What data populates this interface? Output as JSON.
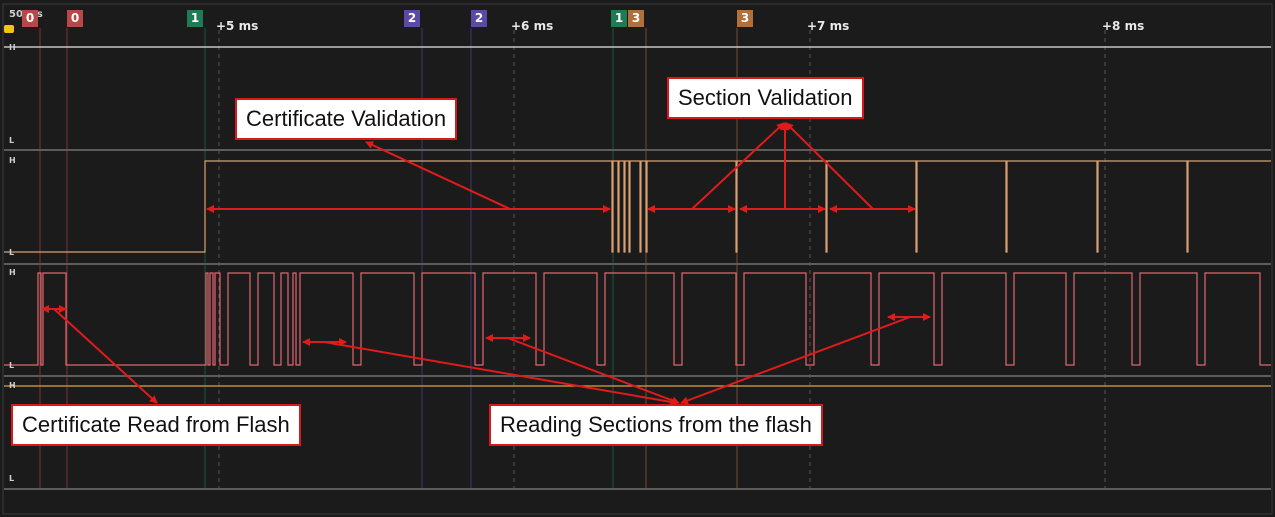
{
  "toolbar": {
    "scale_label": "50 ms",
    "pin_icon": "pin-icon"
  },
  "markers": [
    {
      "label": "0",
      "color": "#b84747"
    },
    {
      "label": "0",
      "color": "#b84747"
    },
    {
      "label": "1",
      "color": "#1f7a56"
    },
    {
      "label": "2",
      "color": "#5b49a6"
    },
    {
      "label": "2",
      "color": "#5b49a6"
    },
    {
      "label": "1",
      "color": "#1f7a56"
    },
    {
      "label": "3",
      "color": "#b0703e"
    },
    {
      "label": "3",
      "color": "#b0703e"
    }
  ],
  "time_ticks": [
    "+5 ms",
    "+6 ms",
    "+7 ms",
    "+8 ms"
  ],
  "channels": [
    {
      "high_label": "H",
      "low_label": "L",
      "color": "#e6e6e6"
    },
    {
      "high_label": "H",
      "low_label": "L",
      "color": "#d9a072"
    },
    {
      "high_label": "H",
      "low_label": "L",
      "color": "#e06670"
    },
    {
      "high_label": "H",
      "low_label": "L",
      "color": "#e0a040"
    }
  ],
  "annotations": {
    "certificate_validation": "Certificate Validation",
    "section_validation": "Section Validation",
    "certificate_read": "Certificate Read from Flash",
    "reading_sections": "Reading Sections from the flash"
  },
  "colors": {
    "background": "#1b1b1b",
    "arrow": "#e01b1b",
    "separator": "#555555"
  }
}
